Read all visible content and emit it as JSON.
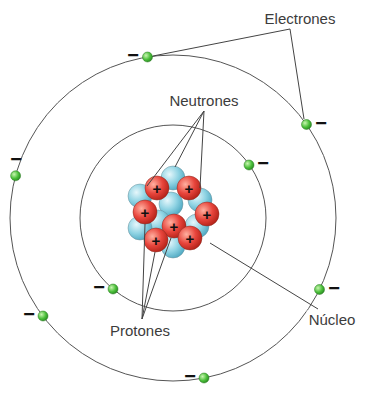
{
  "diagram": {
    "labels": [
      "Electrones",
      "Neutrones",
      "Protones",
      "Núcleo",
      "−",
      "−",
      "−",
      "−",
      "−",
      "−",
      "−",
      "−",
      "+",
      "+",
      "+",
      "+",
      "+",
      "+",
      "+"
    ]
  }
}
